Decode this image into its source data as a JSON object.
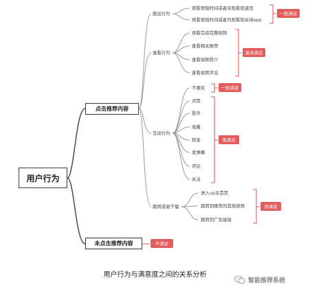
{
  "root": {
    "label": "用户行为"
  },
  "branches": {
    "clicked": {
      "label": "点击推荐内容"
    },
    "not_clicked": {
      "label": "未点击推荐内容"
    }
  },
  "groups": {
    "exit": {
      "label": "跳出行为",
      "items": [
        "观看很短时间或者未观看就返回",
        "观看很短时间或者为观看就关闭app"
      ],
      "tag": "一般满足"
    },
    "view": {
      "label": "查看行为",
      "items": [
        "观看完成完整视频",
        "查看相关推荐",
        "查看视频简介",
        "查看视频评论"
      ],
      "tag": "基本满足"
    },
    "interact": {
      "label": "互动行为",
      "dislike": {
        "item": "不喜欢",
        "tag": "一般满足"
      },
      "items": [
        "点赞",
        "投币",
        "收藏",
        "转发",
        "发弹幕",
        "评论",
        "关注"
      ],
      "tag": "很满足"
    },
    "jump": {
      "label": "跳转或者下载",
      "items": [
        "进入up主首页",
        "跳转到推荐的其他视频",
        "跳转到广告链接"
      ],
      "tag": "很满足"
    }
  },
  "not_clicked_tag": "不满足",
  "caption": "用户行为与满意度之间的关系分析",
  "watermark": {
    "text": "智能推荐系统",
    "icon": "wechat-icon"
  },
  "colors": {
    "tag": "#e35b5b",
    "line": "#9a9a9a",
    "bracket": "#e35b5b",
    "box_border": "#3a3a3a"
  }
}
